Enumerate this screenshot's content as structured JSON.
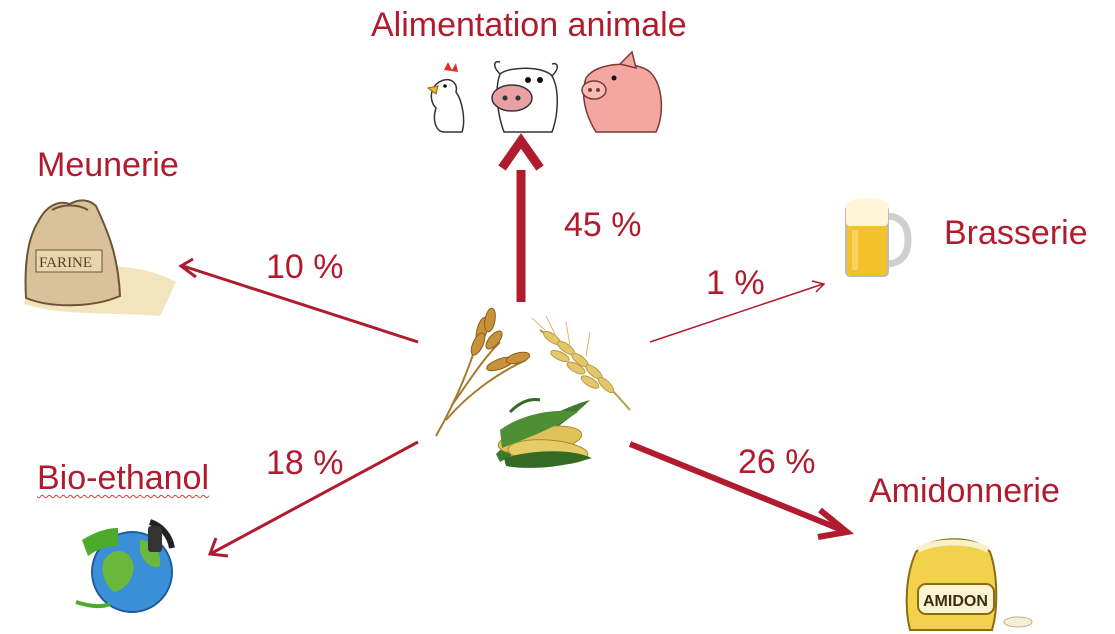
{
  "colors": {
    "arrow": "#b01c2e",
    "text": "#b01c2e",
    "wheat": "#c8923a",
    "barley": "#e3c76a",
    "corn_leaf": "#3f7a2c",
    "corn_kernel": "#e0c25a",
    "sack": "#d9c29a",
    "beer": "#f4c12a",
    "foam": "#fff6d8",
    "amidon_sack": "#f2d24c",
    "globe": "#3a8fd6",
    "pig": "#f3a7a0"
  },
  "center": {
    "icon": "cereals-icon"
  },
  "destinations": {
    "alimentation": {
      "label": "Alimentation animale",
      "percent": "45 %",
      "share": 45,
      "icon": "farm-animals-icon"
    },
    "meunerie": {
      "label": "Meunerie",
      "percent": "10 %",
      "share": 10,
      "icon": "flour-sack-icon",
      "icon_text": "FARINE"
    },
    "brasserie": {
      "label": "Brasserie",
      "percent": "1 %",
      "share": 1,
      "icon": "beer-mug-icon"
    },
    "bioethanol": {
      "label": "Bio-ethanol",
      "percent": "18 %",
      "share": 18,
      "icon": "fuel-globe-icon"
    },
    "amidonnerie": {
      "label": "Amidonnerie",
      "percent": "26 %",
      "share": 26,
      "icon": "starch-sack-icon",
      "icon_text": "AMIDON"
    }
  }
}
